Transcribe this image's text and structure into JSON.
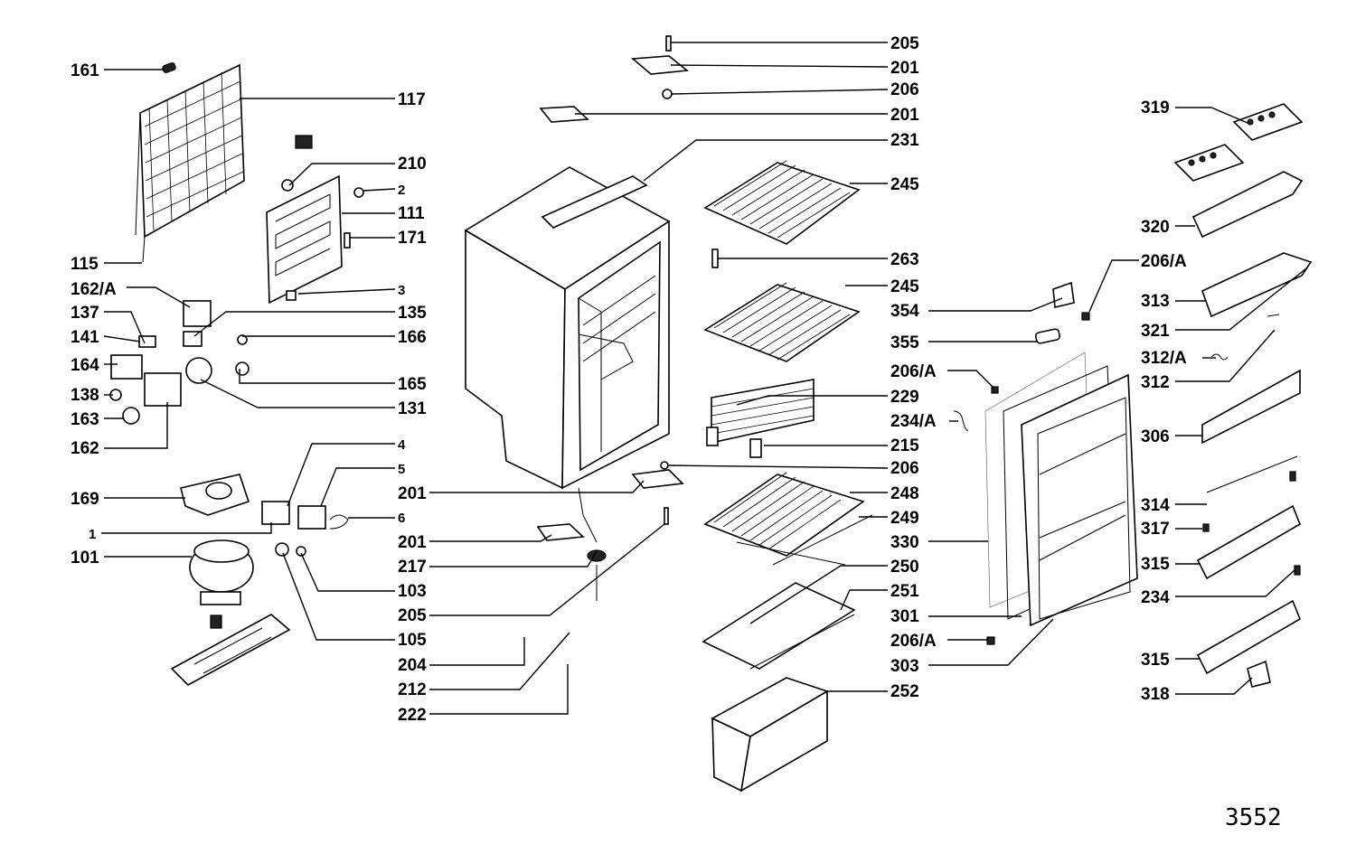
{
  "drawing_code": "3552",
  "callouts": [
    {
      "id": "161",
      "side": "L"
    },
    {
      "id": "117",
      "side": "R"
    },
    {
      "id": "210",
      "side": "R"
    },
    {
      "id": "2",
      "side": "R"
    },
    {
      "id": "111",
      "side": "R"
    },
    {
      "id": "171",
      "side": "R"
    },
    {
      "id": "115",
      "side": "L"
    },
    {
      "id": "162/A",
      "side": "L"
    },
    {
      "id": "3",
      "side": "R"
    },
    {
      "id": "137",
      "side": "L"
    },
    {
      "id": "135",
      "side": "R"
    },
    {
      "id": "141",
      "side": "L"
    },
    {
      "id": "166",
      "side": "R"
    },
    {
      "id": "164",
      "side": "L"
    },
    {
      "id": "165",
      "side": "R"
    },
    {
      "id": "138",
      "side": "L"
    },
    {
      "id": "131",
      "side": "R"
    },
    {
      "id": "163",
      "side": "L"
    },
    {
      "id": "162",
      "side": "L"
    },
    {
      "id": "4",
      "side": "R"
    },
    {
      "id": "5",
      "side": "R"
    },
    {
      "id": "169",
      "side": "L"
    },
    {
      "id": "1",
      "side": "L"
    },
    {
      "id": "6",
      "side": "R"
    },
    {
      "id": "101",
      "side": "L"
    },
    {
      "id": "103",
      "side": "R"
    },
    {
      "id": "105",
      "side": "R"
    },
    {
      "id": "205",
      "side": "R"
    },
    {
      "id": "201",
      "side": "R"
    },
    {
      "id": "206",
      "side": "R"
    },
    {
      "id": "201",
      "side": "R"
    },
    {
      "id": "231",
      "side": "R"
    },
    {
      "id": "245",
      "side": "R"
    },
    {
      "id": "263",
      "side": "R"
    },
    {
      "id": "245",
      "side": "R"
    },
    {
      "id": "229",
      "side": "R"
    },
    {
      "id": "215",
      "side": "R"
    },
    {
      "id": "206",
      "side": "R"
    },
    {
      "id": "201",
      "side": "L"
    },
    {
      "id": "248",
      "side": "R"
    },
    {
      "id": "249",
      "side": "R"
    },
    {
      "id": "201",
      "side": "L"
    },
    {
      "id": "217",
      "side": "L"
    },
    {
      "id": "250",
      "side": "R"
    },
    {
      "id": "251",
      "side": "R"
    },
    {
      "id": "205",
      "side": "L"
    },
    {
      "id": "204",
      "side": "L"
    },
    {
      "id": "212",
      "side": "L"
    },
    {
      "id": "222",
      "side": "L"
    },
    {
      "id": "252",
      "side": "R"
    },
    {
      "id": "354",
      "side": "L"
    },
    {
      "id": "355",
      "side": "L"
    },
    {
      "id": "206/A",
      "side": "L"
    },
    {
      "id": "234/A",
      "side": "L"
    },
    {
      "id": "330",
      "side": "L"
    },
    {
      "id": "301",
      "side": "L"
    },
    {
      "id": "206/A",
      "side": "L"
    },
    {
      "id": "303",
      "side": "L"
    },
    {
      "id": "319",
      "side": "L"
    },
    {
      "id": "320",
      "side": "L"
    },
    {
      "id": "206/A",
      "side": "R"
    },
    {
      "id": "313",
      "side": "L"
    },
    {
      "id": "321",
      "side": "L"
    },
    {
      "id": "312/A",
      "side": "L"
    },
    {
      "id": "312",
      "side": "L"
    },
    {
      "id": "306",
      "side": "L"
    },
    {
      "id": "314",
      "side": "L"
    },
    {
      "id": "317",
      "side": "L"
    },
    {
      "id": "315",
      "side": "L"
    },
    {
      "id": "234",
      "side": "L"
    },
    {
      "id": "315",
      "side": "L"
    },
    {
      "id": "318",
      "side": "L"
    }
  ]
}
